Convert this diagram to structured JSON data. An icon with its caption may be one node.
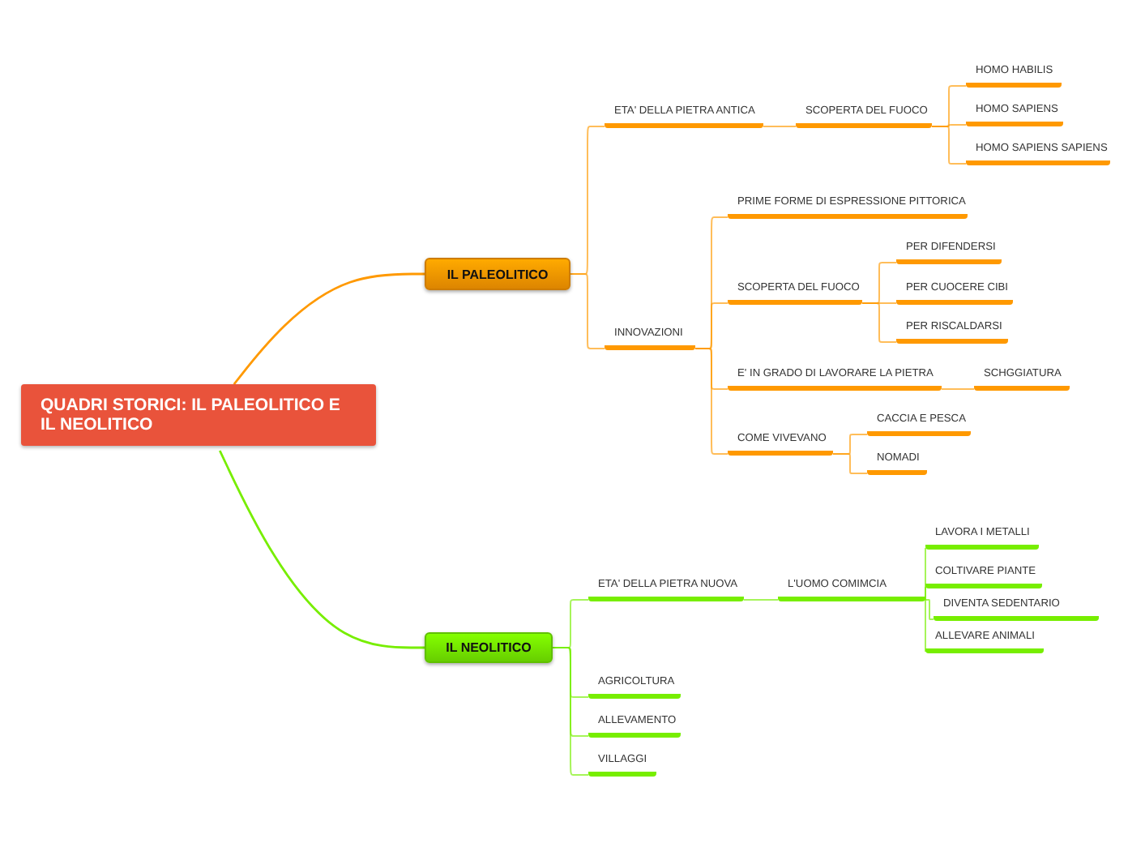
{
  "diagram": {
    "nodes": [
      {
        "text": [
          "QUADRI STORICI: IL PALEOLITICO E IL NEOLITICO"
        ]
      },
      {
        "text": [
          "IL PALEOLITICO"
        ]
      },
      {
        "text": [
          "ETA' DELLA PIETRA ANTICA"
        ]
      },
      {
        "text": [
          "SCOPERTA DEL FUOCO"
        ]
      },
      {
        "text": [
          "HOMO HABILIS"
        ]
      },
      {
        "text": [
          "HOMO SAPIENS"
        ]
      },
      {
        "text": [
          "HOMO SAPIENS SAPIENS"
        ]
      },
      {
        "text": [
          "INNOVAZIONI"
        ]
      },
      {
        "text": [
          "PRIME FORME DI ESPRESSIONE PITTORICA"
        ]
      },
      {
        "text": [
          "SCOPERTA DEL FUOCO"
        ]
      },
      {
        "text": [
          "PER DIFENDERSI"
        ]
      },
      {
        "text": [
          "PER CUOCERE CIBI"
        ]
      },
      {
        "text": [
          "PER RISCALDARSI"
        ]
      },
      {
        "text": [
          "E' IN GRADO DI LAVORARE LA PIETRA"
        ]
      },
      {
        "text": [
          "SCHGGIATURA"
        ]
      },
      {
        "text": [
          "COME VIVEVANO"
        ]
      },
      {
        "text": [
          "CACCIA E PESCA"
        ]
      },
      {
        "text": [
          "NOMADI"
        ]
      },
      {
        "text": [
          "IL NEOLITICO"
        ]
      },
      {
        "text": [
          "ETA' DELLA PIETRA NUOVA"
        ]
      },
      {
        "text": [
          "L'UOMO COMIMCIA"
        ]
      },
      {
        "text": [
          "LAVORA I METALLI"
        ]
      },
      {
        "text": [
          "COLTIVARE PIANTE"
        ]
      },
      {
        "text": [
          "DIVENTA SEDENTARIO"
        ]
      },
      {
        "text": [
          "ALLEVARE ANIMALI"
        ]
      },
      {
        "text": [
          "AGRICOLTURA"
        ]
      },
      {
        "text": [
          "ALLEVAMENTO"
        ]
      },
      {
        "text": [
          "VILLAGGI"
        ]
      }
    ],
    "edges": [
      {
        "from": 0,
        "to": 1,
        "arrow": "none"
      },
      {
        "from": 1,
        "to": 2,
        "arrow": "none"
      },
      {
        "from": 2,
        "to": 3,
        "arrow": "none"
      },
      {
        "from": 3,
        "to": 4,
        "arrow": "none"
      },
      {
        "from": 3,
        "to": 5,
        "arrow": "none"
      },
      {
        "from": 3,
        "to": 6,
        "arrow": "none"
      },
      {
        "from": 1,
        "to": 7,
        "arrow": "none"
      },
      {
        "from": 7,
        "to": 8,
        "arrow": "none"
      },
      {
        "from": 7,
        "to": 9,
        "arrow": "none"
      },
      {
        "from": 9,
        "to": 10,
        "arrow": "none"
      },
      {
        "from": 9,
        "to": 11,
        "arrow": "none"
      },
      {
        "from": 9,
        "to": 12,
        "arrow": "none"
      },
      {
        "from": 7,
        "to": 13,
        "arrow": "none"
      },
      {
        "from": 13,
        "to": 14,
        "arrow": "none"
      },
      {
        "from": 7,
        "to": 15,
        "arrow": "none"
      },
      {
        "from": 15,
        "to": 16,
        "arrow": "none"
      },
      {
        "from": 15,
        "to": 17,
        "arrow": "none"
      },
      {
        "from": 0,
        "to": 18,
        "arrow": "none",
        "color": "#77ee00"
      },
      {
        "from": 18,
        "to": 19,
        "arrow": "none",
        "color": "#77ee00"
      },
      {
        "from": 19,
        "to": 20,
        "arrow": "none",
        "color": "#77ee00"
      },
      {
        "from": 20,
        "to": 21,
        "arrow": "none",
        "color": "#77ee00"
      },
      {
        "from": 20,
        "to": 22,
        "arrow": "none",
        "color": "#77ee00"
      },
      {
        "from": 20,
        "to": 23,
        "arrow": "none",
        "color": "#77ee00"
      },
      {
        "from": 20,
        "to": 24,
        "arrow": "none",
        "color": "#77ee00"
      },
      {
        "from": 18,
        "to": 25,
        "arrow": "none",
        "color": "#77ee00"
      },
      {
        "from": 18,
        "to": 26,
        "arrow": "none",
        "color": "#77ee00"
      },
      {
        "from": 18,
        "to": 27,
        "arrow": "none",
        "color": "#77ee00"
      }
    ]
  }
}
